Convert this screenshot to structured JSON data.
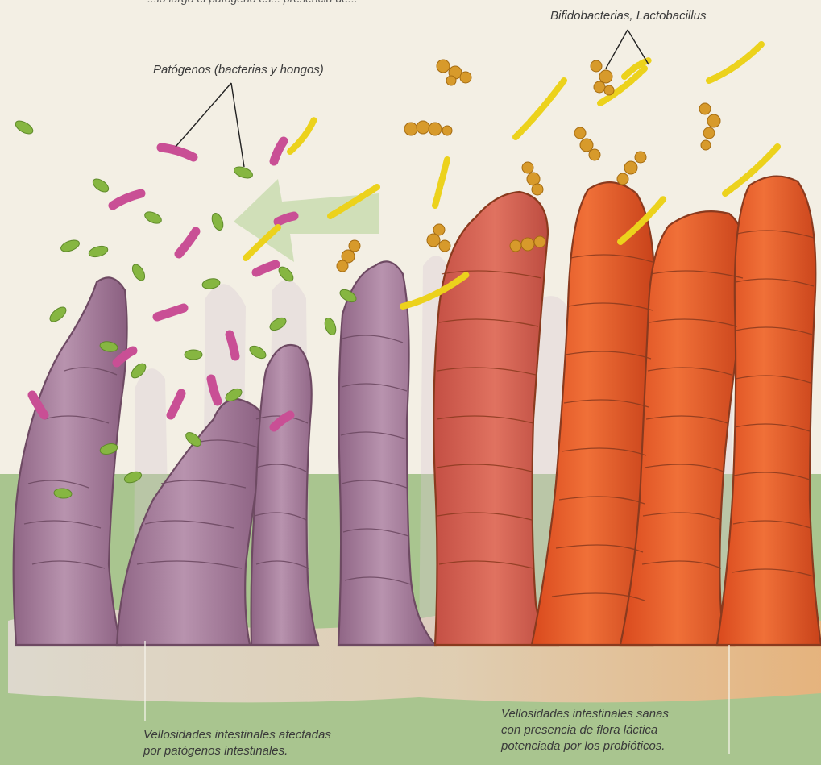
{
  "labels": {
    "top_caption": "...lo largo el patógeno es... presencia de...",
    "bifido": "Bifidobacterias, Lactobacillus",
    "pathogens": "Patógenos (bacterias y hongos)",
    "affected_line1": "Vellosidades intestinales afectadas",
    "affected_line2": "por patógenos intestinales.",
    "healthy_line1": "Vellosidades intestinales sanas",
    "healthy_line2": "con presencia de flora láctica",
    "healthy_line3": "potenciada por los probióticos."
  },
  "colors": {
    "background": "#f3efe4",
    "ground": "#a8c48e",
    "affected_villi": "#a97fa0",
    "affected_outline": "#6e4a63",
    "healthy_villi": "#e0572a",
    "healthy_outline": "#8a3a1e",
    "pathogen_magenta": "#c94f95",
    "pathogen_green": "#86b641",
    "lacto_yellow": "#ecd21c",
    "bifido_orange": "#d79a2b",
    "arrow": "#c9dcb0"
  }
}
